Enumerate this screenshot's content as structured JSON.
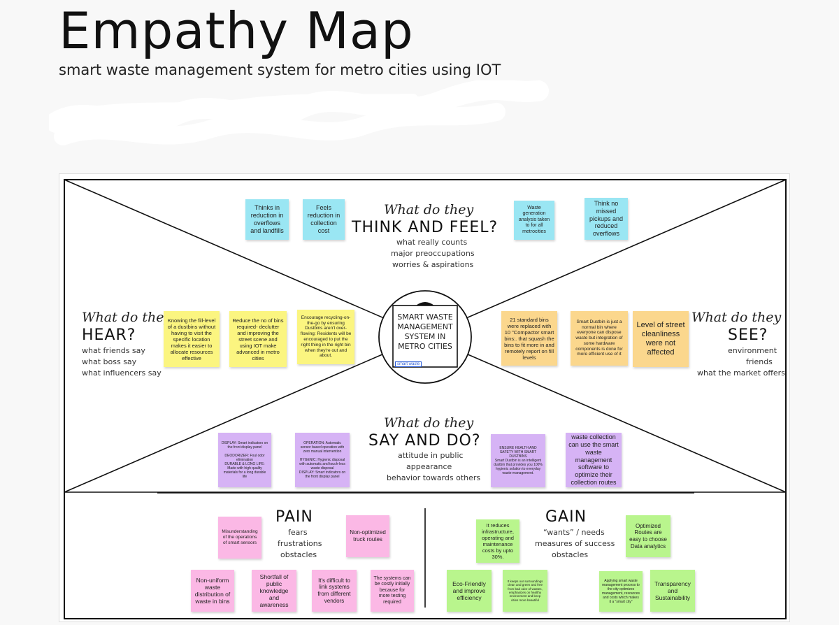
{
  "header": {
    "title": "Empathy Map",
    "subtitle": "smart waste management system for metro cities using IOT"
  },
  "center": {
    "label": "SMART WASTE MANAGEMENT SYSTEM IN METRO CITIES",
    "tag": "smart waste"
  },
  "think": {
    "script": "What do they",
    "heading": "THINK AND FEEL?",
    "lines": [
      "what really counts",
      "major preoccupations",
      "worries & aspirations"
    ],
    "notes": [
      "Thinks in reduction in overflows and landfills",
      "Feels reduction in collection cost",
      "Waste generation analysis taken to for all metrocities",
      "Think no missed pickups and reduced overflows"
    ]
  },
  "hear": {
    "script": "What do they",
    "heading": "HEAR?",
    "lines": [
      "what friends say",
      "what boss say",
      "what influencers say"
    ],
    "notes": [
      "Knowing the fill-level of a dustbins without having to visit the specific location makes it easier to allocate resources effective",
      "Reduce the no of bins required- declutter and improving the street scene and using IOT make advanced in metro cities",
      "Encourage recycling-on-the-go by ensuring Dustbins aren't over-flowing: Residents will be encouraged to put the right thing in the right bin when they're out and about."
    ]
  },
  "see": {
    "script": "What do they",
    "heading": "SEE?",
    "lines": [
      "environment",
      "friends",
      "what the market offers"
    ],
    "notes": [
      "21 standard bins were replaced with 10 \"Compactor smart bins:. that squash the bins to fit more in and remotely report on fill levels",
      "Smart Dustbin is just a normal bin where everyone can dispose waste but integration of some hardware components is done for more efficient use of it",
      "Level of street cleanliness were not affected"
    ]
  },
  "say": {
    "script": "What do they",
    "heading": "SAY AND DO?",
    "lines": [
      "attitude in public",
      "appearance",
      "behavior towards others"
    ],
    "notes": [
      "DISPLAY: Smart indicators on the front display panel\n\nDEODORIZER: Foul odor elimination\nDURABLE & LONG LIFE: Made with high quality materials for a long durable life",
      "OPERATION: Automatic sensor based operation with zero manual intervention\n\nHYGENIC: Hygienic disposal with automatic and touch-less waste disposal\nDISPLAY: Smart indicators on the front display panel",
      "ENSURE HEALTH AND SAFETY WITH SMART DUSTBINS\nSmart Dustbin is an intelligent dustbin that provides you 100% hygienic solution to everyday waste management.",
      "waste collection can use the smart waste management software to optimize their collection routes"
    ]
  },
  "pain": {
    "heading": "PAIN",
    "lines": [
      "fears",
      "frustrations",
      "obstacles"
    ],
    "notes": [
      "Misunderstanding of the operations of smart sensors",
      "Non-optimized truck routes",
      "Non-uniform waste distribution of waste in bins",
      "Shortfall of public knowledge and awareness",
      "It's difficult to link systems from different vendors",
      "The systems can be costly initially because for more testing required"
    ]
  },
  "gain": {
    "heading": "GAIN",
    "lines": [
      "“wants” / needs",
      "measures of success",
      "obstacles"
    ],
    "notes": [
      "It reduces infrastructure, operating and maintenance costs by upto 30%.",
      "Optimized Routes are easy to choose Data analytics",
      "Eco-Friendly and improve efficiency",
      "It keeps our surroundings clean and green and free from bad odor of wastes, emphasizes on healthy environment and keep cities more beautiful",
      "Applying smart waste management process to the city optimizes management, resources and costs which makes it a \"smart city\"",
      "Transparency and Sustainability"
    ]
  }
}
